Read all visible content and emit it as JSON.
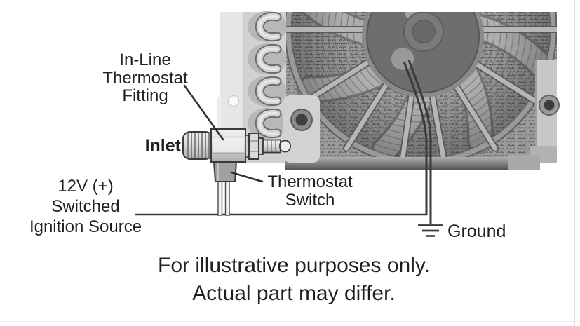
{
  "ink_color": "#231f20",
  "wire_color": "#3a3a3a",
  "labels": {
    "fitting": "In-Line\nThermostat\nFitting",
    "inlet": "Inlet",
    "power_source": "12V (+)\nSwitched\nIgnition Source",
    "thermostat_switch": "Thermostat\nSwitch",
    "ground": "Ground",
    "disclaimer": "For illustrative purposes only.\nActual part may differ."
  },
  "components": [
    "electric-fan",
    "oil-cooler-end-tank",
    "in-line-thermostat-fitting",
    "thermostat-switch",
    "power-wire",
    "ground-wire",
    "ground-symbol"
  ]
}
